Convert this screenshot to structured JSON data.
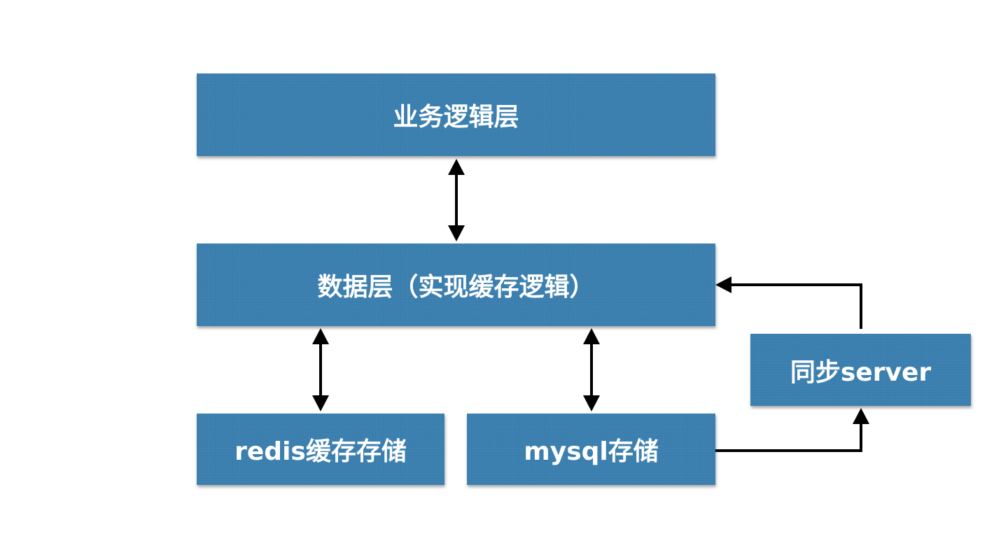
{
  "nodes": {
    "business_layer": "业务逻辑层",
    "data_layer": "数据层（实现缓存逻辑）",
    "redis_storage": "redis缓存存储",
    "mysql_storage": "mysql存储",
    "sync_server": "同步server"
  },
  "colors": {
    "box_fill": "#3a7fb0",
    "box_text": "#ffffff",
    "arrow": "#000000"
  }
}
